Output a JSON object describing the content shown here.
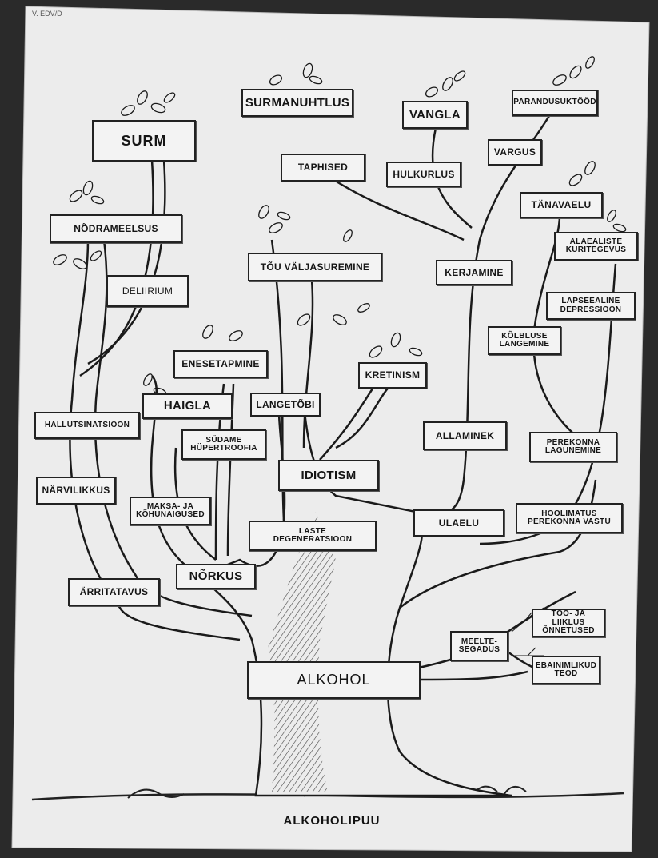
{
  "title": "ALKOHOLIPUU",
  "corner_note": "V. EDV/D",
  "root": "ALKOHOL",
  "labels": {
    "surm": "SURM",
    "surmanuhtlus": "SURMANUHTLUS",
    "vangla": "VANGLA",
    "parandusuktood": "PARANDUSUKTÖÖD",
    "taphised": "TAPHISED",
    "hulkurlus": "HULKURLUS",
    "vargus": "VARGUS",
    "nodrameelsus": "NÕDRAMEELSUS",
    "tanavaelu": "TÄNAVAELU",
    "alaealiste": "ALAEALISTE\nKURITEGEVUS",
    "delirium": "DELIIRIUM",
    "tou": "TÕU VÄLJASUREMINE",
    "kerjamine": "KERJAMINE",
    "lapseealine": "LAPSEEALINE\nDEPRESSIOON",
    "kolbluse": "KÕLBLUSE\nLANGEMINE",
    "enesetapmine": "ENESETAPMINE",
    "kretinism": "KRETINISM",
    "haigla": "HAIGLA",
    "langetobi": "LANGETÕBI",
    "hallutsinatsioon": "HALLUTSINATSIOON",
    "sudame": "SÜDAME\nHÜPERTROOFIA",
    "allaminek": "ALLAMINEK",
    "perekonna_lag": "PEREKONNA\nLAGUNEMINE",
    "idiotism": "IDIOTISM",
    "narvilikkus": "NÄRVILIKKUS",
    "maksa": "MAKSA- JA\nKÕHUNAIGUSED",
    "laste": "LASTE\nDEGENERATSIOON",
    "ulaelu": "ULAELU",
    "hoolimatus": "HOOLIMATUS\nPEREKONNA VASTU",
    "norkus": "NÕRKUS",
    "arritatavus": "ÄRRITATAVUS",
    "meeltesegadus": "MEELTE-\nSEGADUS",
    "toojaliiklus": "TÖÖ- JA LIIKLUS\nÕNNETUSED",
    "ebainimlikud": "EBAINIMLIKUD\nTEOD"
  },
  "colors": {
    "paper": "#ececec",
    "ink": "#1a1a1a",
    "background": "#2a2a2a"
  }
}
